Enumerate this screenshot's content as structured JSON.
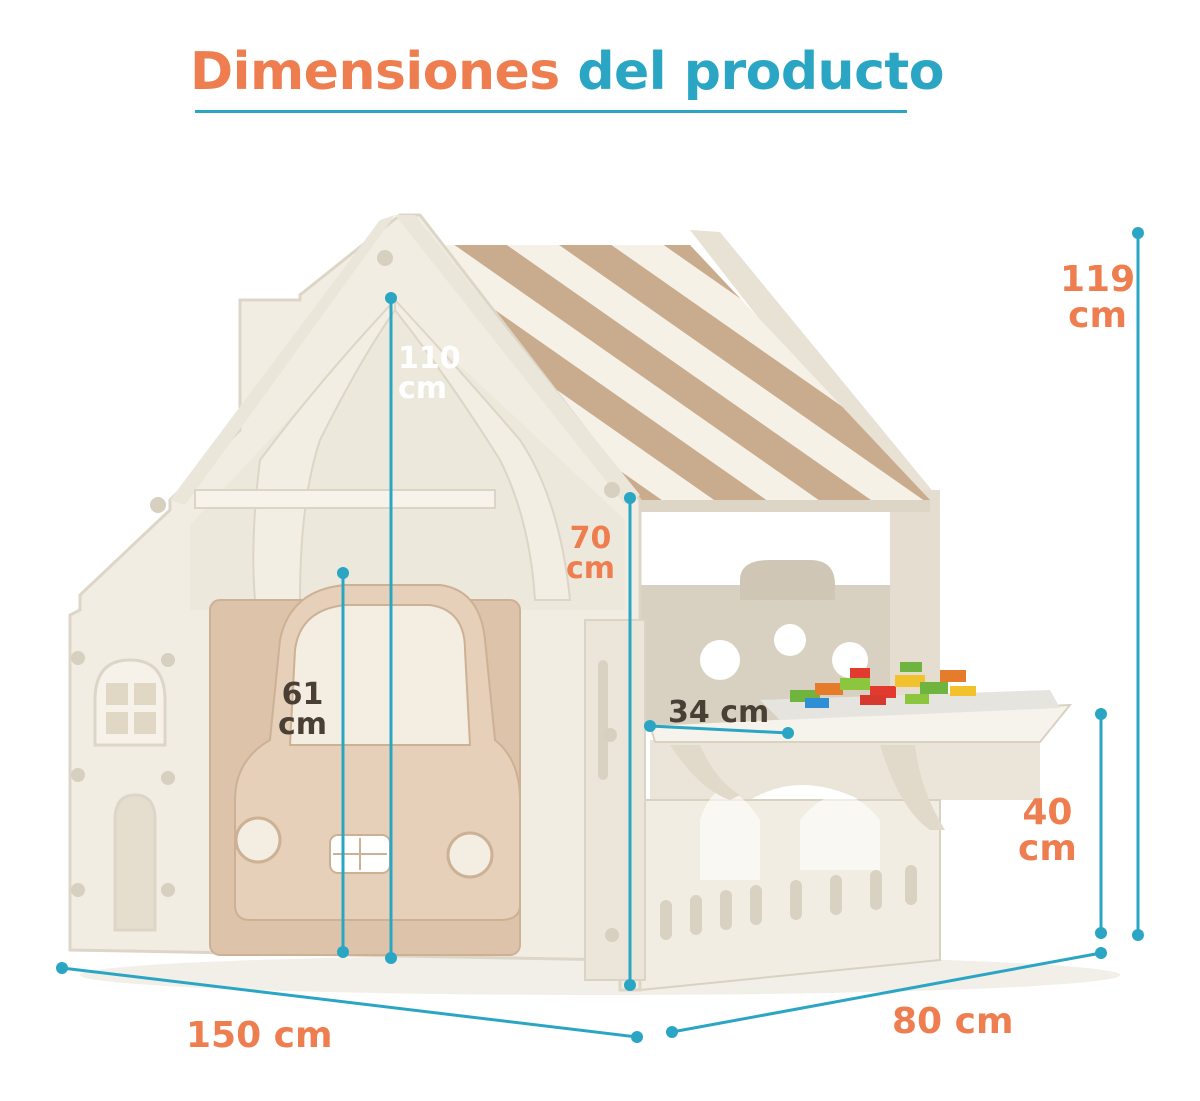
{
  "title": {
    "part1": "Dimensiones",
    "part2": "del producto"
  },
  "colors": {
    "orange": "#ee7e4f",
    "teal": "#2aa6c4",
    "house_white": "#f1ede2",
    "house_shadow": "#d9d2c3",
    "stripe": "#c9ab8e",
    "car": "#ddc3aa",
    "dark_text": "#4a3f35"
  },
  "dimensions": {
    "height_total": {
      "value": "119",
      "unit": "cm"
    },
    "height_inner": {
      "value": "110",
      "unit": "cm"
    },
    "height_wall": {
      "value": "70",
      "unit": "cm"
    },
    "height_door": {
      "value": "61",
      "unit": "cm"
    },
    "table_depth": {
      "value": "34 cm"
    },
    "table_height": {
      "value": "40",
      "unit": "cm"
    },
    "width": {
      "value": "150 cm"
    },
    "depth": {
      "value": "80 cm"
    }
  }
}
